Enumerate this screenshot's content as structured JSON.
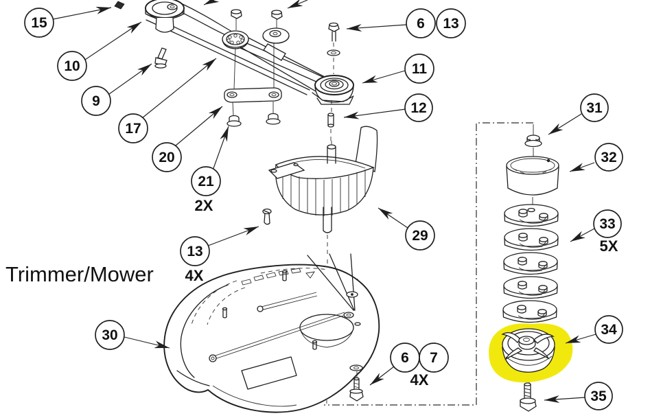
{
  "title": "Trimmer/Mower",
  "highlight": {
    "color": "#f1e90e",
    "highlighted_part": "34"
  },
  "diagram": {
    "type": "exploded-parts-diagram",
    "callouts": [
      {
        "id": "15",
        "label": "15"
      },
      {
        "id": "10",
        "label": "10"
      },
      {
        "id": "9",
        "label": "9"
      },
      {
        "id": "17",
        "label": "17"
      },
      {
        "id": "20",
        "label": "20"
      },
      {
        "id": "21",
        "label": "21",
        "qty": "2X"
      },
      {
        "id": "13-left",
        "label": "13",
        "qty": "4X"
      },
      {
        "id": "6-top",
        "label": "6"
      },
      {
        "id": "13-top",
        "label": "13"
      },
      {
        "id": "11",
        "label": "11"
      },
      {
        "id": "12",
        "label": "12"
      },
      {
        "id": "29",
        "label": "29"
      },
      {
        "id": "30",
        "label": "30"
      },
      {
        "id": "6-bottom",
        "label": "6"
      },
      {
        "id": "7",
        "label": "7",
        "qty": "4X"
      },
      {
        "id": "31",
        "label": "31"
      },
      {
        "id": "32",
        "label": "32"
      },
      {
        "id": "33",
        "label": "33",
        "qty": "5X"
      },
      {
        "id": "34",
        "label": "34",
        "highlighted": true
      },
      {
        "id": "35",
        "label": "35"
      }
    ]
  }
}
